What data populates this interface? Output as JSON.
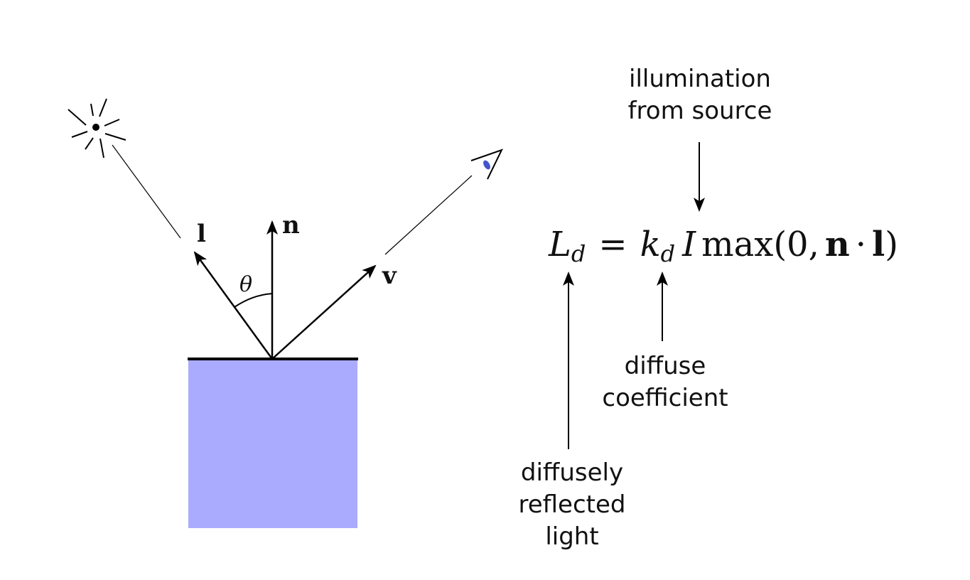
{
  "diagram": {
    "vectors": {
      "light": "l",
      "normal": "n",
      "view": "v"
    },
    "angle": "θ",
    "surface_color": "#aaaaff",
    "icons": [
      "light-source-icon",
      "eye-icon"
    ]
  },
  "equation": {
    "lhs": "L",
    "lhs_sub": "d",
    "equals": "=",
    "coef": "k",
    "coef_sub": "d",
    "intensity": "I",
    "func": "max",
    "open": "(0,",
    "n": "n",
    "dot": "·",
    "l": "l",
    "close": ")"
  },
  "annotations": {
    "illumination": [
      "illumination",
      "from source"
    ],
    "diffuse_coef": [
      "diffuse",
      "coefficient"
    ],
    "reflected": [
      "diffusely",
      "reflected",
      "light"
    ]
  }
}
